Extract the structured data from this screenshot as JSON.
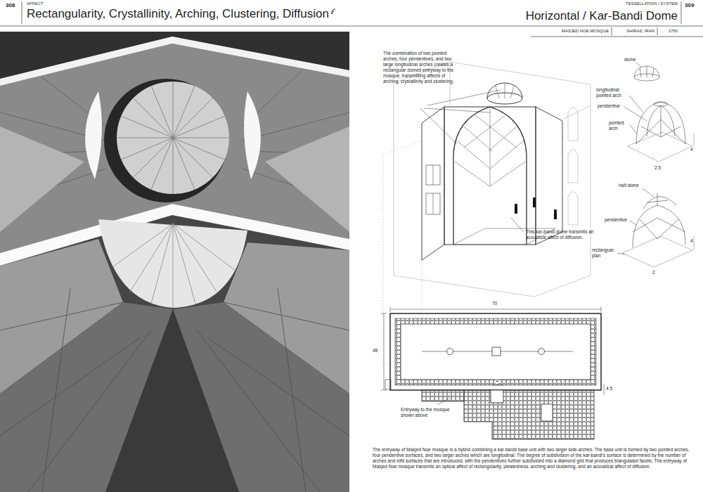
{
  "diagram": {
    "title": "Rectangularity, Crystallinity, Arching, Clustering, Diffusion",
    "caption": "The entryway of Masjed Noe mosque is a hybrid combining a kar-bandi base unit with two larger side-arches. The base unit is formed by two pointed arches, four pendentive surfaces, and two larger arches which are longitudinal. The degree of subdivision of the kar-bandi's surface is determined by the number of arches and infill surfaces that are introduced, with the pendentives further subdivided into a diamond grid that produces triangulated facets. The entryway of Masjed Noe mosque transmits an optical affect of rectangularity, pleatedness, arching and clustering, and an acoustical affect of diffusion.",
    "labels": [
      "308",
      "AFFECT",
      "TESSELLATION / SYSTEM",
      "309",
      "Horizontal / Kar-Bandi Dome",
      "MASJED NOE MOSQUE",
      "SHIRAZ, IRAN",
      "1750",
      "The combination of two pointed arches, four pendentives, and two large longitudinal arches creates a rectangular domed entryway to the mosque, transmitting affects of arching, crystallinity and clustering.",
      "This kar-bandi dome transmits an acoustical affect of diffusion.",
      "dome",
      "longitudinal pointed arch",
      "pendentive",
      "pointed arch",
      "4",
      "2.5",
      "half-dome",
      "pendentive",
      "rectanguar plan",
      "4",
      "2",
      "70",
      "45",
      "4",
      "4.5",
      "Entryway to the mosque shown above"
    ]
  }
}
